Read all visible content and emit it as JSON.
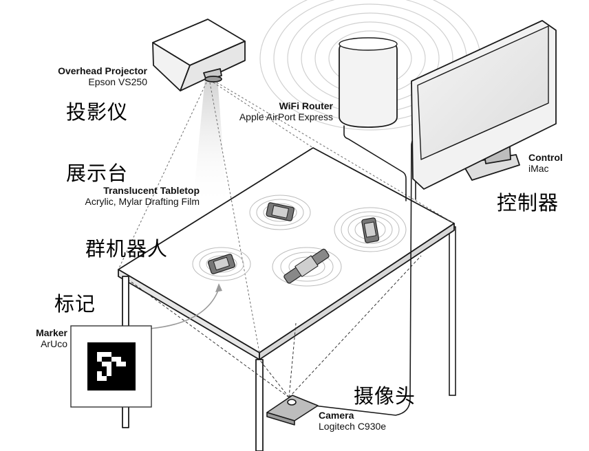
{
  "labels": {
    "projector": {
      "title": "Overhead Projector",
      "subtitle": "Epson VS250",
      "cn": "投影仪"
    },
    "router": {
      "title": "WiFi Router",
      "subtitle": "Apple AirPort Express"
    },
    "tabletop": {
      "cn": "展示台",
      "title": "Translucent Tabletop",
      "subtitle": "Acrylic, Mylar Drafting Film"
    },
    "control": {
      "title": "Control",
      "subtitle": "iMac",
      "cn": "控制器"
    },
    "robots": {
      "cn": "群机器人"
    },
    "marker": {
      "cn": "标记",
      "title": "Marker",
      "subtitle": "ArUco"
    },
    "camera": {
      "cn": "摄像头",
      "title": "Camera",
      "subtitle": "Logitech C930e"
    }
  }
}
